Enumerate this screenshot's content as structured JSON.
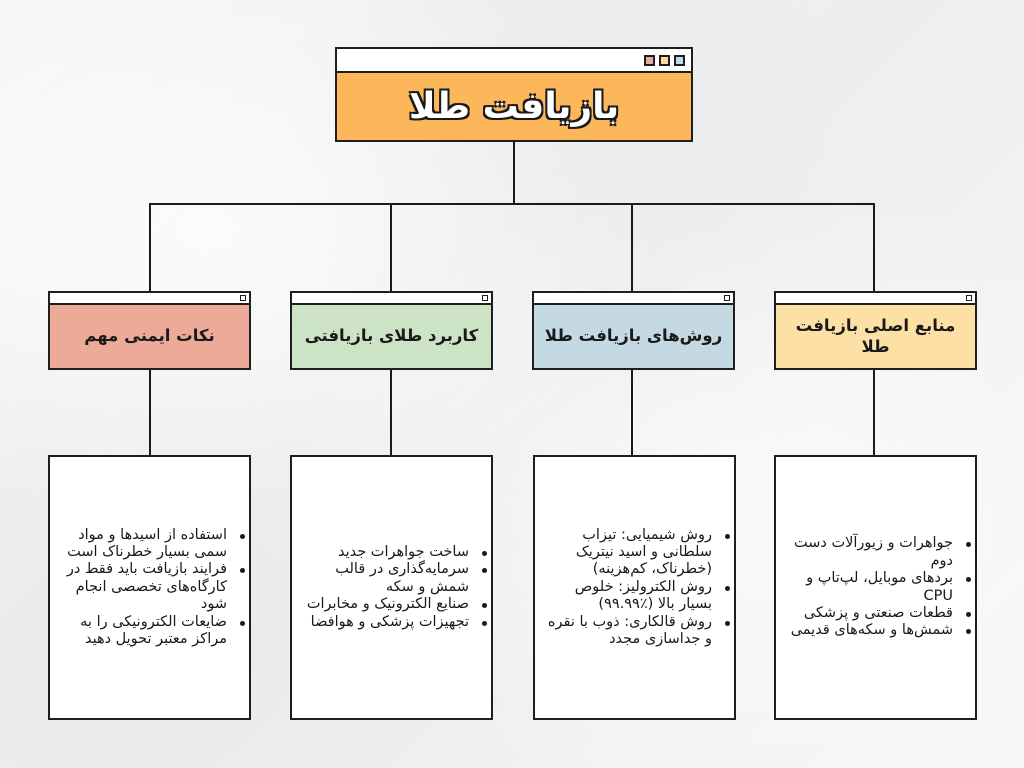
{
  "title": {
    "text": "بازیافت طلا",
    "color": "#fbb75a",
    "window_dots": [
      "#e8a9a0",
      "#fbd9a0",
      "#c5d9e6"
    ]
  },
  "categories": [
    {
      "title": "منابع اصلی بازیافت طلا",
      "color": "#fde0a6",
      "items": [
        "جواهرات و زیورآلات دست دوم",
        "بردهای موبایل، لپ‌تاپ و CPU",
        "قطعات صنعتی و پزشکی",
        "شمش‌ها و سکه‌های قدیمی"
      ]
    },
    {
      "title": "روش‌های بازیافت طلا",
      "color": "#c5d9e2",
      "items": [
        "روش شیمیایی: تیزاب سلطانی و اسید نیتریک (خطرناک، کم‌هزینه)",
        "روش الکترولیز: خلوص بسیار بالا (٪۹۹.۹۹)",
        "روش قالکاری: ذوب با نقره و جداسازی مجدد"
      ]
    },
    {
      "title": "کاربرد طلای بازیافتی",
      "color": "#cde3c6",
      "items": [
        "ساخت جواهرات جدید",
        "سرمایه‌گذاری در قالب شمش و سکه",
        "صنایع الکترونیک و مخابرات",
        "تجهیزات پزشکی و هوافضا"
      ]
    },
    {
      "title": "نکات ایمنی مهم",
      "color": "#eeaa99",
      "items": [
        "استفاده از اسیدها و مواد سمی بسیار خطرناک است",
        "فرایند بازیافت باید فقط در کارگاه‌های تخصصی انجام شود",
        "ضایعات الکترونیکی را به مراکز معتبر تحویل دهید"
      ]
    }
  ]
}
